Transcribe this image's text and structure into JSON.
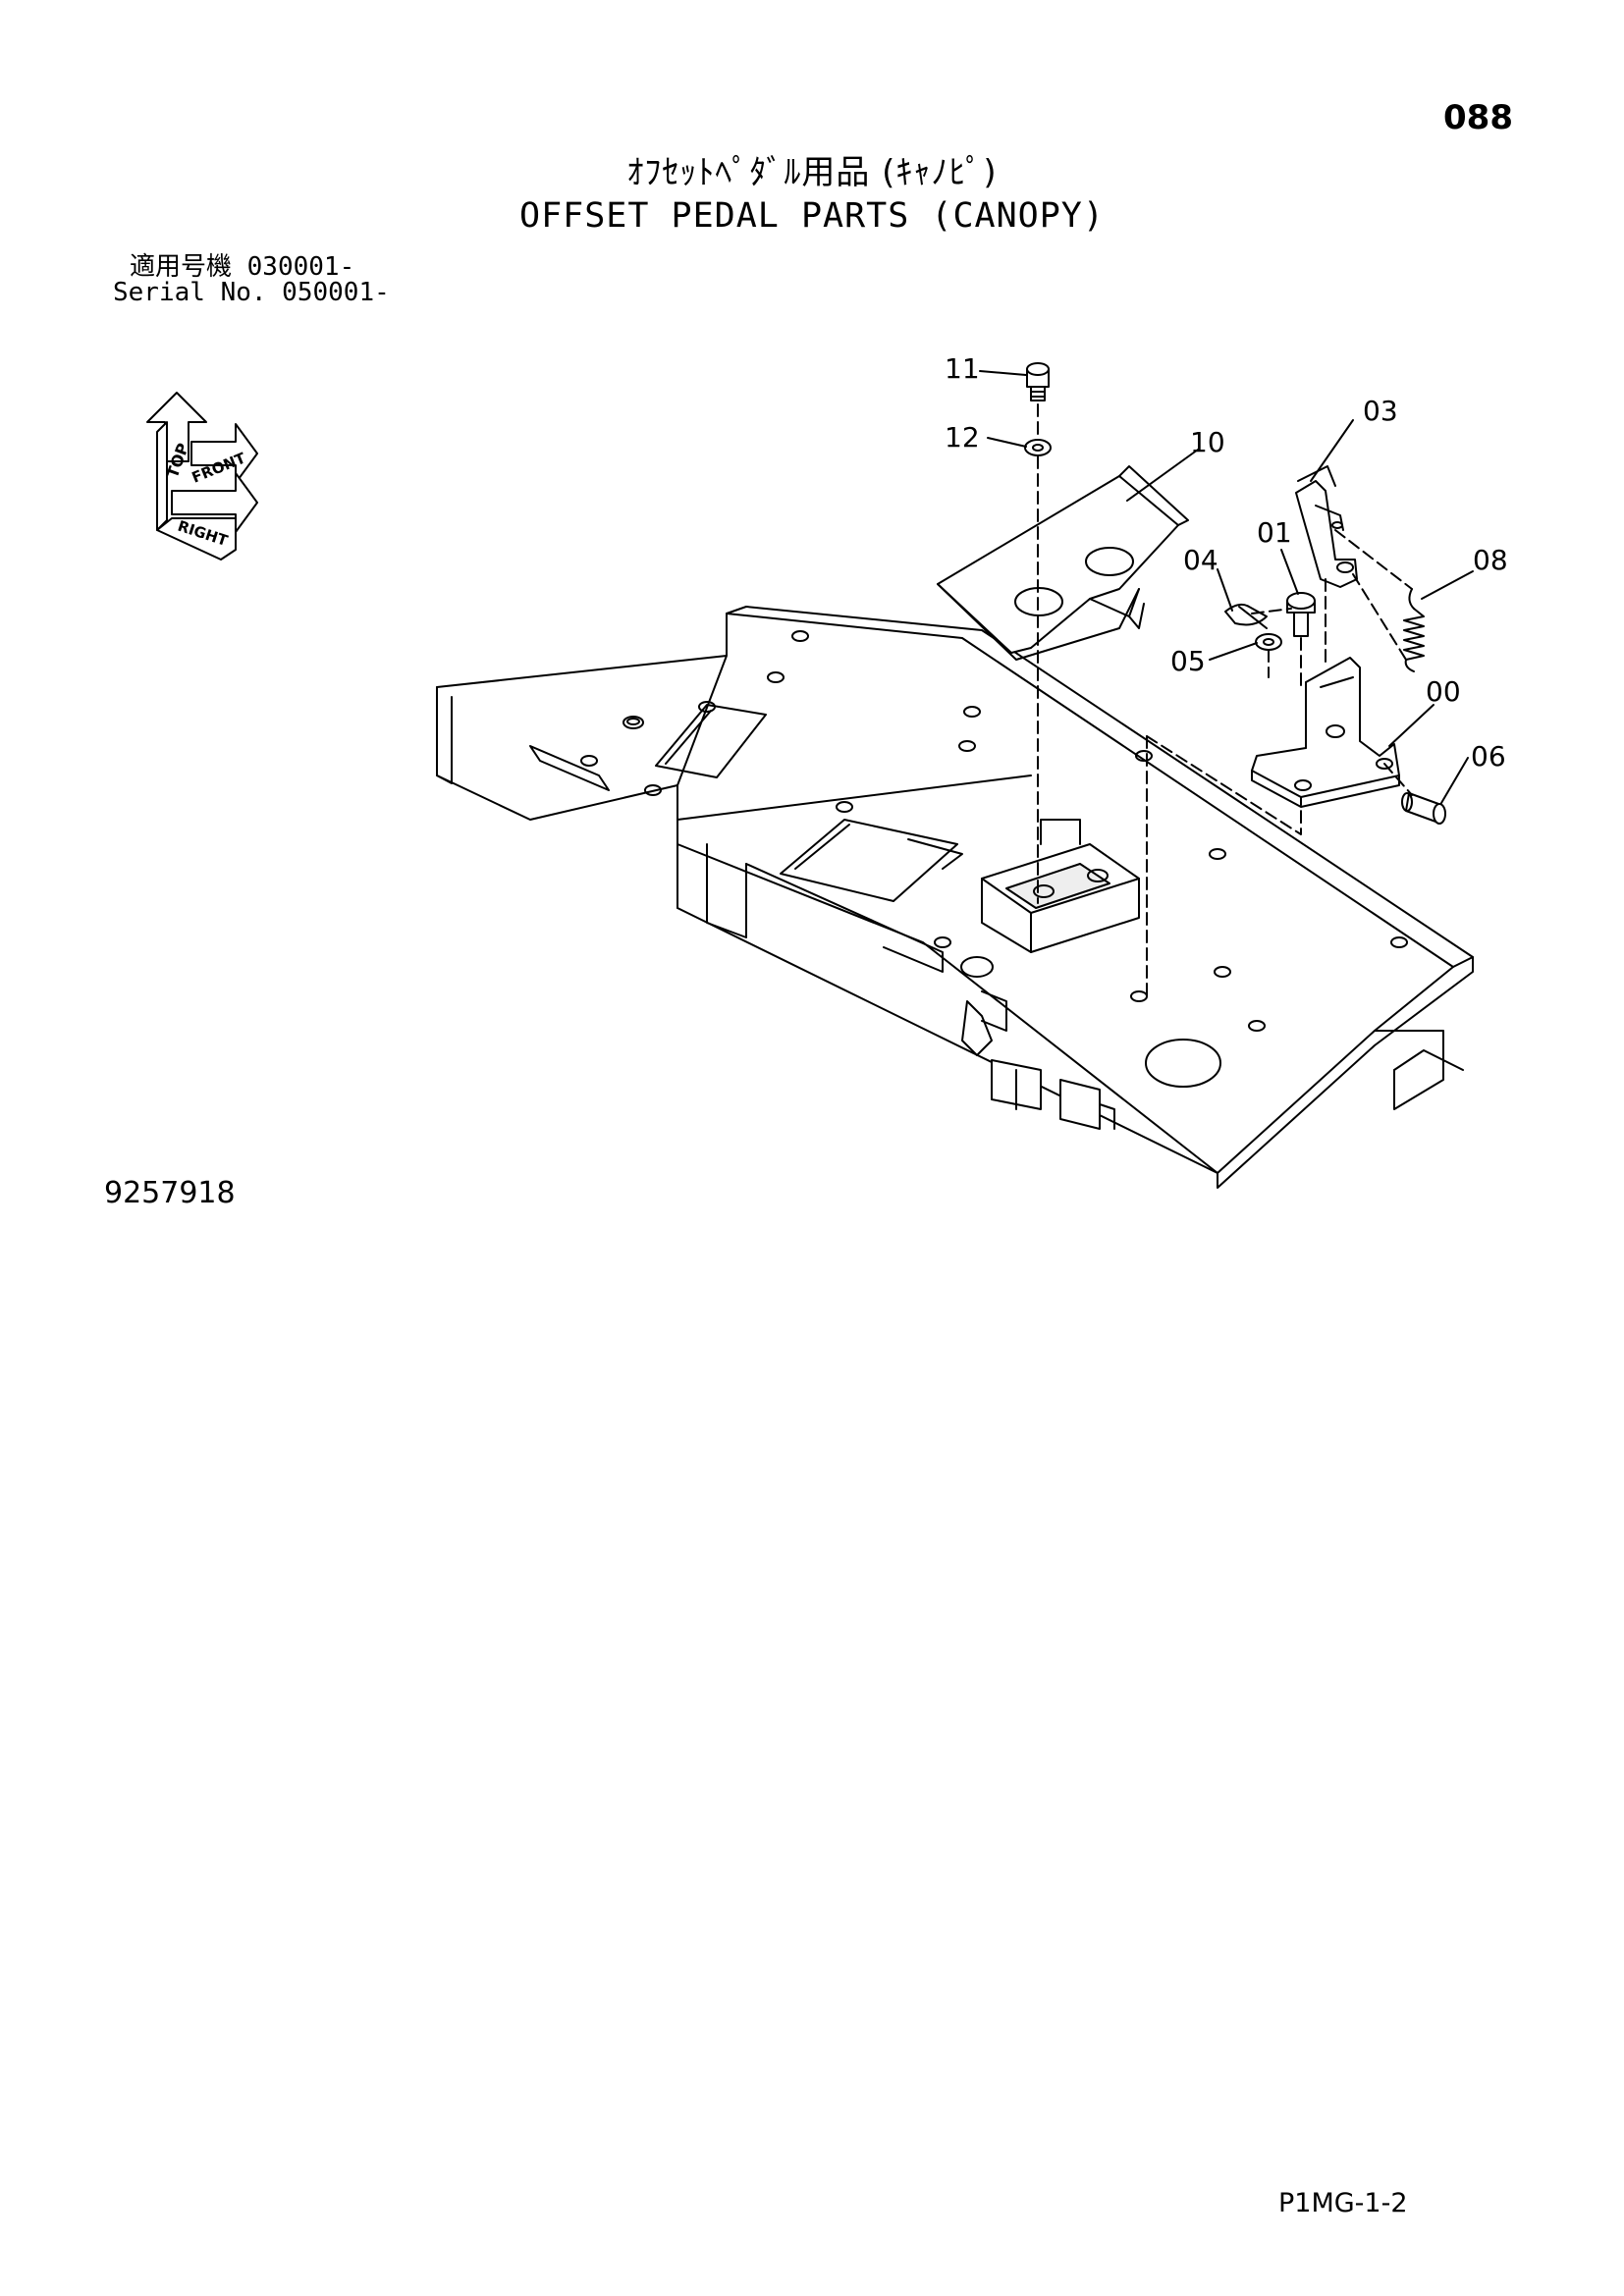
{
  "page_number": "088",
  "title_jp": "ｵﾌｾｯﾄﾍﾟﾀﾞﾙ用品 (ｷｬﾉﾋﾟ)",
  "title_en": "OFFSET PEDAL PARTS (CANOPY)",
  "serial_jp": "適用号機  030001-",
  "serial_en": "Serial No. 050001-",
  "drawing_number": "9257918",
  "page_code": "P1MG-1-2",
  "orientation_labels": {
    "top": "TOP",
    "front": "FRONT",
    "right": "RIGHT"
  },
  "callouts": [
    {
      "id": "11",
      "label": "11"
    },
    {
      "id": "12",
      "label": "12"
    },
    {
      "id": "10",
      "label": "10"
    },
    {
      "id": "03",
      "label": "03"
    },
    {
      "id": "01",
      "label": "01"
    },
    {
      "id": "04",
      "label": "04"
    },
    {
      "id": "08",
      "label": "08"
    },
    {
      "id": "05",
      "label": "05"
    },
    {
      "id": "00",
      "label": "00"
    },
    {
      "id": "06",
      "label": "06"
    }
  ],
  "colors": {
    "ink": "#000000",
    "background": "#ffffff",
    "part_shade": "#e6e6e6"
  }
}
